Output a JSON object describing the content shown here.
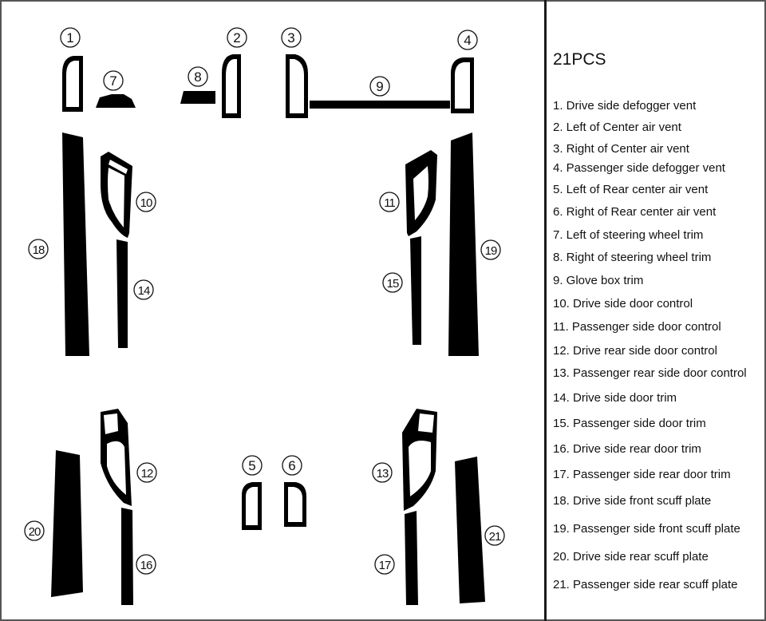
{
  "legend": {
    "title": "21PCS",
    "items": [
      "1. Drive side defogger vent",
      "2. Left of Center air vent",
      "3. Right of Center air vent",
      "4. Passenger side defogger vent",
      "5. Left of Rear center air vent",
      "6. Right of Rear center air vent",
      "7. Left of steering wheel trim",
      "8. Right of steering wheel trim",
      "9. Glove box trim",
      "10. Drive side door control",
      "11. Passenger side door control",
      "12. Drive rear side door control",
      "13. Passenger rear side door control",
      "14. Drive side door trim",
      "15. Passenger side door trim",
      "16. Drive side rear door trim",
      "17. Passenger side rear door trim",
      "18. Drive side front scuff plate",
      "19. Passenger side front scuff plate",
      "20. Drive side rear scuff plate",
      "21. Passenger side rear scuff plate"
    ]
  },
  "diagram": {
    "piece_color": "#000000",
    "labels": [
      "1",
      "2",
      "3",
      "4",
      "5",
      "6",
      "7",
      "8",
      "9",
      "10",
      "11",
      "12",
      "13",
      "14",
      "15",
      "16",
      "17",
      "18",
      "19",
      "20",
      "21"
    ]
  }
}
